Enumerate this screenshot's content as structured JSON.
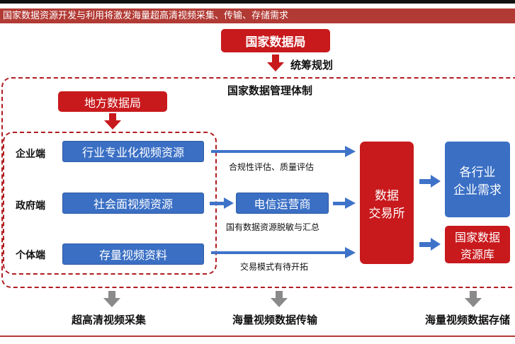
{
  "header": {
    "caption": "国家数据资源开发与利用将激发海量超高清视频采集、传输、存储需求"
  },
  "top": {
    "national_bureau": "国家数据局",
    "planning_label": "统筹规划",
    "system_title": "国家数据管理体制"
  },
  "local_bureau": "地方数据局",
  "rows": [
    {
      "side": "企业端",
      "resource": "行业专业化视频资源",
      "note": "合规性评估、质量评估"
    },
    {
      "side": "政府端",
      "resource": "社会面视频资源",
      "note": "国有数据资源脱敏与汇总"
    },
    {
      "side": "个体端",
      "resource": "存量视频资料",
      "note": "交易模式有待开拓"
    }
  ],
  "telecom": "电信运营商",
  "exchange": {
    "line1": "数据",
    "line2": "交易所"
  },
  "demand": {
    "line1": "各行业",
    "line2": "企业需求"
  },
  "national_db": {
    "line1": "国家数据",
    "line2": "资源库"
  },
  "bottom_labels": [
    "超高清视频采集",
    "海量视频数据传输",
    "海量视频数据存储"
  ],
  "colors": {
    "caption_bg": "#b23a34",
    "red": "#c8191c",
    "blue": "#3a6fc4",
    "arrow_blue": "#3f73c9",
    "arrow_gray": "#8a8a8a"
  }
}
